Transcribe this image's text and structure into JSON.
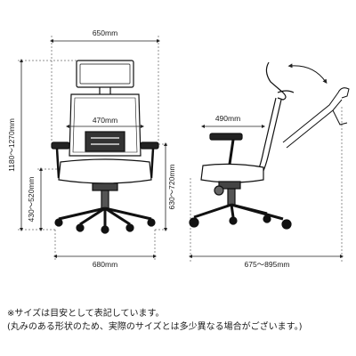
{
  "dimensions": {
    "front_width": "650mm",
    "seat_width": "470mm",
    "base_width": "680mm",
    "total_height": "1180〜1270mm",
    "seat_height": "430〜520mm",
    "armrest_height": "630〜720mm",
    "side_seat_depth": "490mm",
    "side_depth": "675〜895mm"
  },
  "notes": {
    "line1": "※サイズは目安として表記しています。",
    "line2": "(丸みのある形状のため、実際のサイズとは多少異なる場合がございます。)"
  }
}
